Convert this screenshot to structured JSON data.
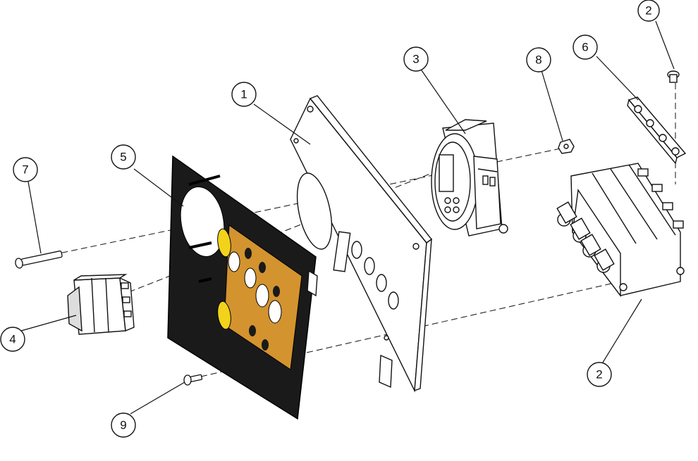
{
  "diagram": {
    "colors": {
      "line": "#111111",
      "gasket": "#1a1a1a",
      "decal": "#d3932f",
      "warning": "#f2d21b",
      "fill": "#ffffff"
    },
    "callouts": [
      {
        "id": "c1",
        "label": "1"
      },
      {
        "id": "c2a",
        "label": "2"
      },
      {
        "id": "c2b",
        "label": "2"
      },
      {
        "id": "c3",
        "label": "3"
      },
      {
        "id": "c4",
        "label": "4"
      },
      {
        "id": "c5",
        "label": "5"
      },
      {
        "id": "c6",
        "label": "6"
      },
      {
        "id": "c7",
        "label": "7"
      },
      {
        "id": "c8",
        "label": "8"
      },
      {
        "id": "c9",
        "label": "9"
      }
    ]
  }
}
